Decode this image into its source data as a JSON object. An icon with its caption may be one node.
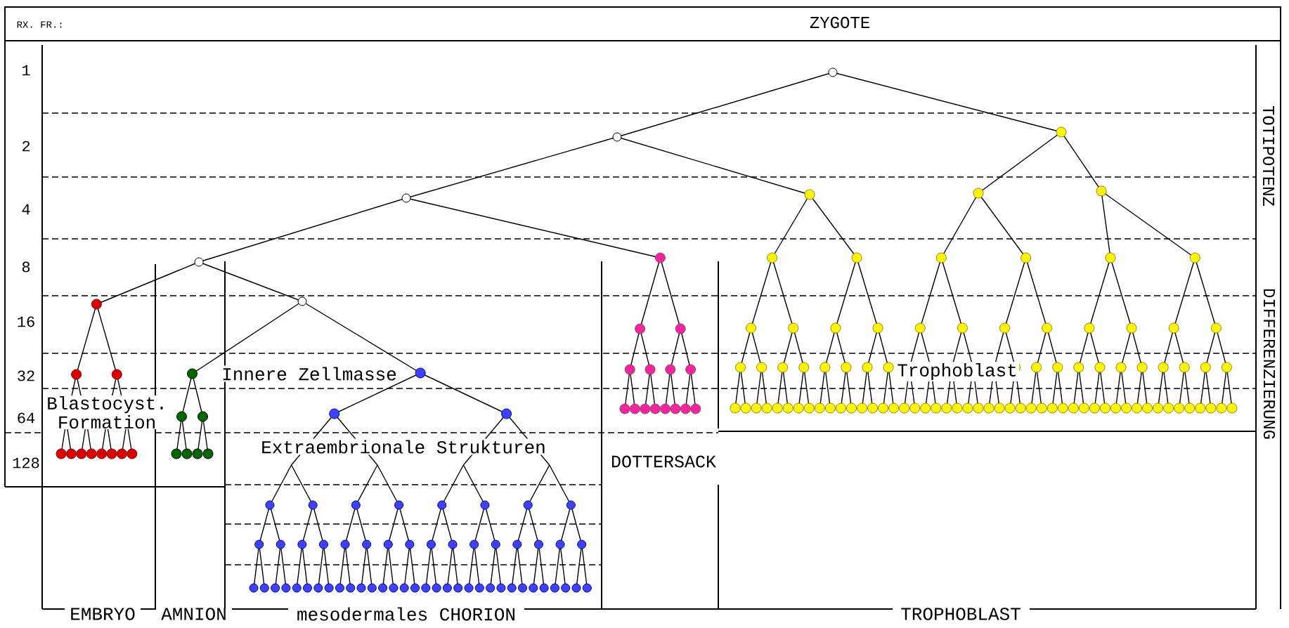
{
  "diagram": {
    "title": "ZYGOTE",
    "labels": [
      "RX. FR.:",
      "1",
      "2",
      "4",
      "8",
      "16",
      "32",
      "64",
      "128",
      "TOTIPOTENZ",
      "DIFFERENZIERUNG",
      "Innere Zellmasse",
      "Trophoblast",
      "Blastocyst. Formation",
      "Extraembrionale Strukturen",
      "DOTTERSACK",
      "EMBRYO",
      "AMNION",
      "mesodermales CHORION",
      "TROPHOBLAST"
    ]
  }
}
